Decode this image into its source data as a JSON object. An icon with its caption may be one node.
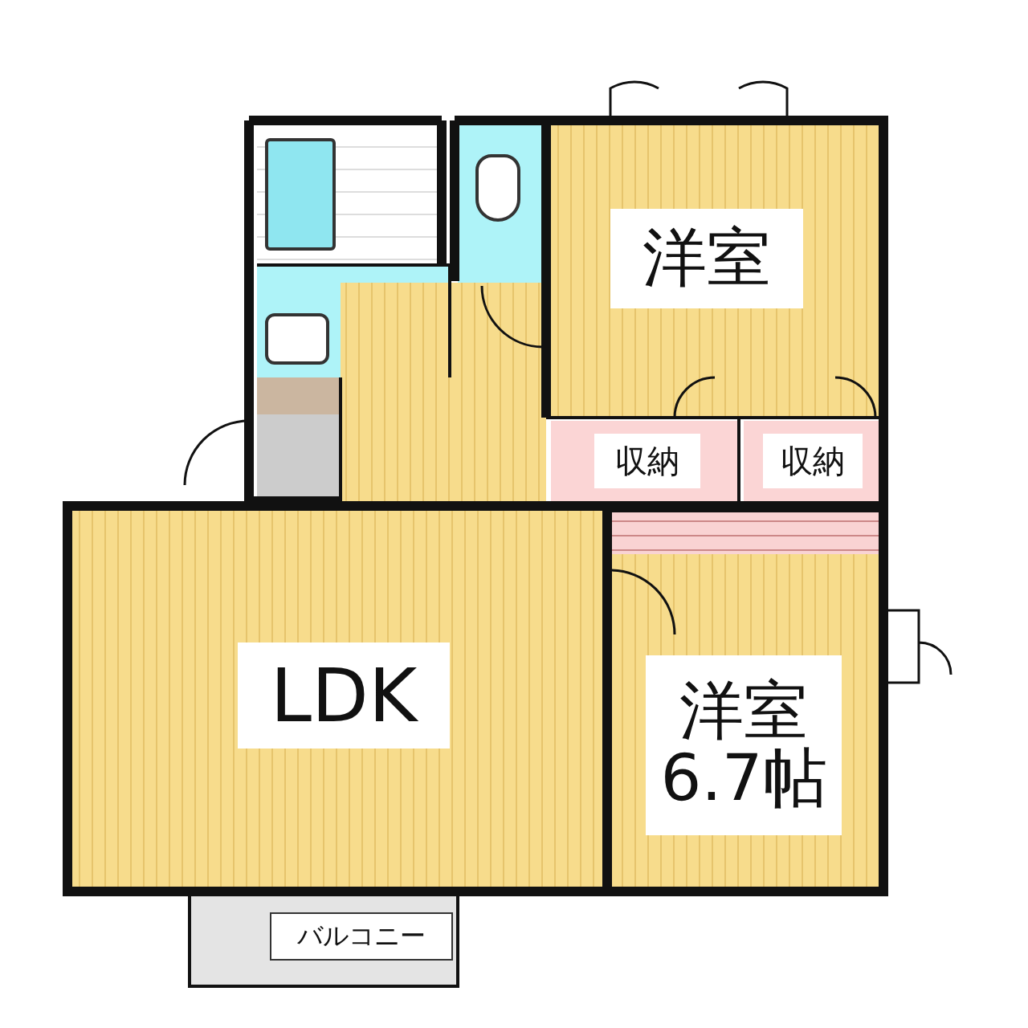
{
  "diagram": {
    "nodes": [
      {
        "text": [
          "洋室"
        ]
      },
      {
        "text": [
          "収納"
        ]
      },
      {
        "text": [
          "収納"
        ]
      },
      {
        "text": [
          "LDK"
        ]
      },
      {
        "text": [
          "洋室 6.7帖"
        ]
      },
      {
        "text": [
          "バルコニー"
        ]
      }
    ]
  }
}
